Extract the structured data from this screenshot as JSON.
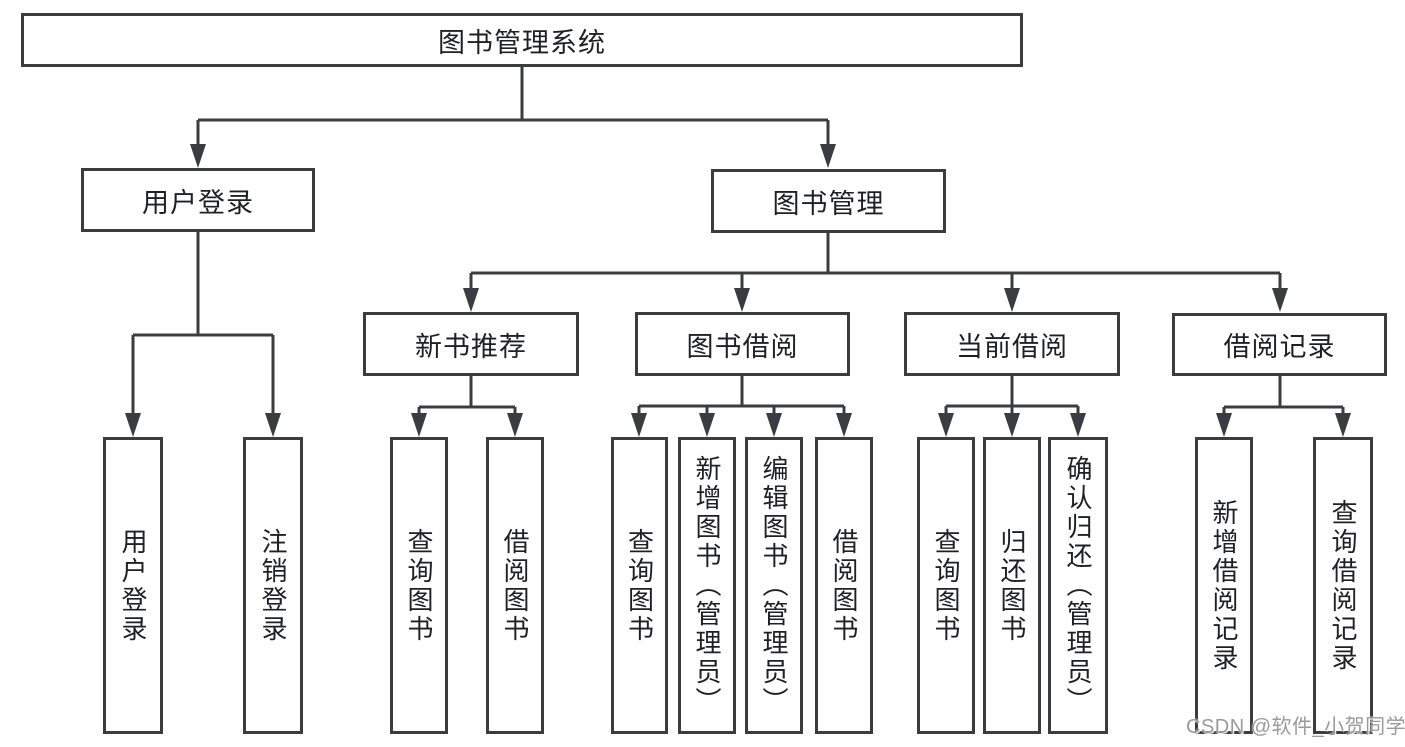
{
  "diagram_title": "图书管理系统",
  "watermark": "CSDN @软件_小贺同学",
  "colors": {
    "background": "#ffffff",
    "line": "#3a3c40",
    "box_border": "#3a3c40",
    "text": "#1f2023",
    "watermark_text": "#9a9a9a"
  },
  "nodes": {
    "root": {
      "label": "图书管理系统"
    },
    "user_login": {
      "label": "用户登录"
    },
    "book_management": {
      "label": "图书管理"
    },
    "new_book_recommend": {
      "label": "新书推荐"
    },
    "book_borrowing": {
      "label": "图书借阅"
    },
    "current_borrowing": {
      "label": "当前借阅"
    },
    "borrow_records": {
      "label": "借阅记录"
    },
    "leaf_user_login": {
      "label": "用户登录"
    },
    "leaf_logout": {
      "label": "注销登录"
    },
    "leaf_query_book_recommend": {
      "label": "查询图书"
    },
    "leaf_borrow_book_recommend": {
      "label": "借阅图书"
    },
    "leaf_query_book_borrowing": {
      "label": "查询图书"
    },
    "leaf_add_book_admin": {
      "label": "新增图书（管理员）"
    },
    "leaf_edit_book_admin": {
      "label": "编辑图书（管理员）"
    },
    "leaf_borrow_book_borrowing": {
      "label": "借阅图书"
    },
    "leaf_query_book_current": {
      "label": "查询图书"
    },
    "leaf_return_book": {
      "label": "归还图书"
    },
    "leaf_confirm_return_admin": {
      "label": "确认归还（管理员）"
    },
    "leaf_add_borrow_record": {
      "label": "新增借阅记录"
    },
    "leaf_query_borrow_record": {
      "label": "查询借阅记录"
    }
  },
  "structure": [
    {
      "parent": "图书管理系统",
      "children": [
        "用户登录",
        "图书管理"
      ]
    },
    {
      "parent": "用户登录",
      "children": [
        "用户登录",
        "注销登录"
      ]
    },
    {
      "parent": "图书管理",
      "children": [
        "新书推荐",
        "图书借阅",
        "当前借阅",
        "借阅记录"
      ]
    },
    {
      "parent": "新书推荐",
      "children": [
        "查询图书",
        "借阅图书"
      ]
    },
    {
      "parent": "图书借阅",
      "children": [
        "查询图书",
        "新增图书（管理员）",
        "编辑图书（管理员）",
        "借阅图书"
      ]
    },
    {
      "parent": "当前借阅",
      "children": [
        "查询图书",
        "归还图书",
        "确认归还（管理员）"
      ]
    },
    {
      "parent": "借阅记录",
      "children": [
        "新增借阅记录",
        "查询借阅记录"
      ]
    }
  ]
}
